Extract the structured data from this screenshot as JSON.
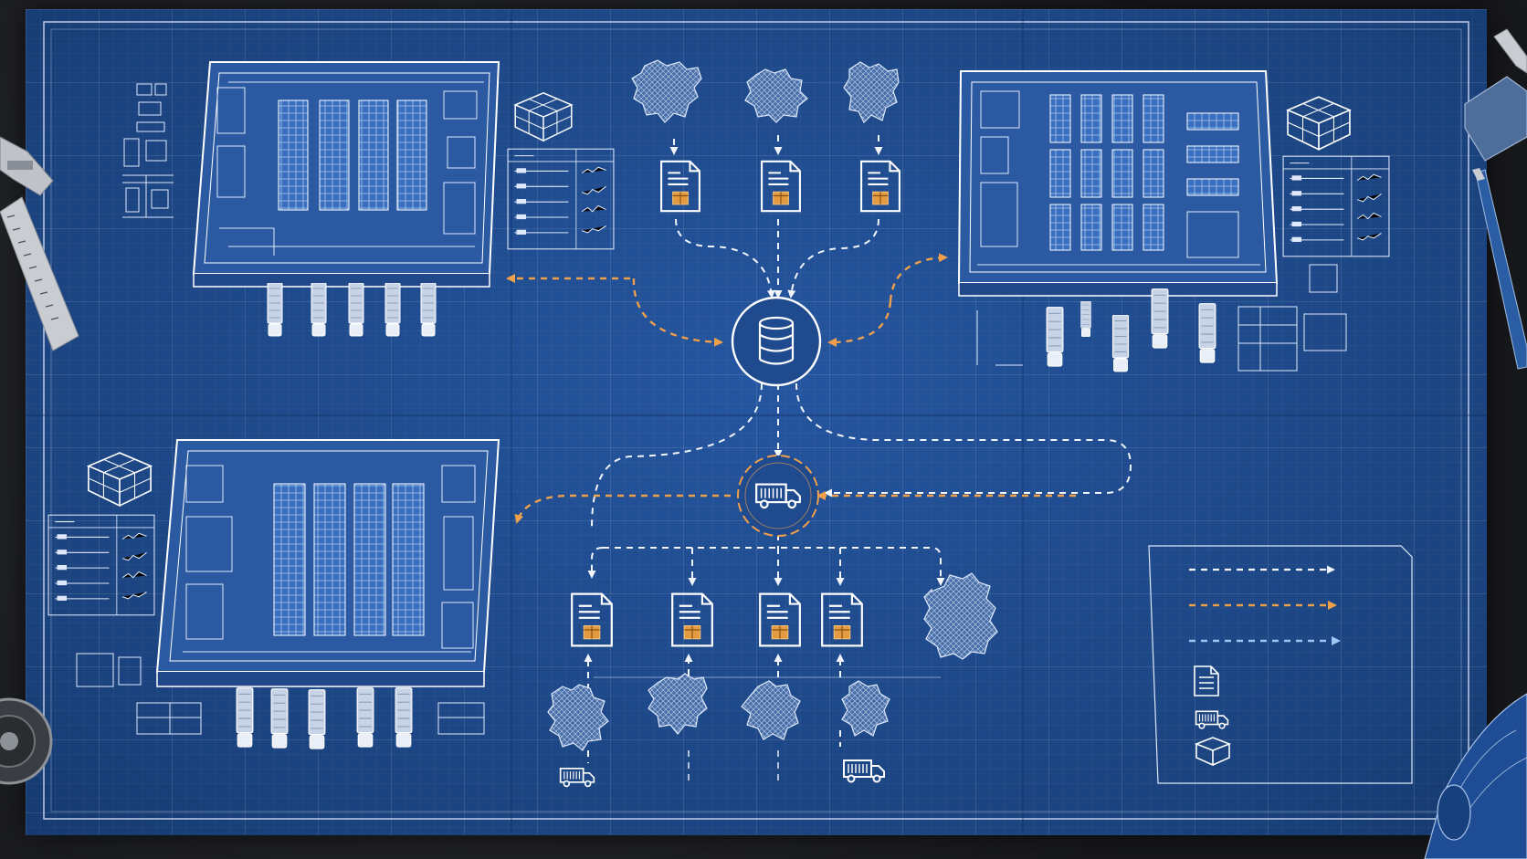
{
  "colors": {
    "paper": "#1f4a8e",
    "line": "#e8f0ff",
    "flow_white": "#f2f5fb",
    "flow_orange": "#f0a04a",
    "flow_light_blue": "#9ec6f5"
  },
  "icons": {
    "hub": "database-icon",
    "dispatch": "truck-icon",
    "document": "document-box-icon",
    "region": "map-region-icon",
    "warehouse": "warehouse-floorplan-icon",
    "cube": "isometric-cube-icon"
  },
  "legend": {
    "items": [
      {
        "icon": "arrow-white-dashed",
        "color": "#f2f5fb"
      },
      {
        "icon": "arrow-orange-dashed",
        "color": "#f0a04a"
      },
      {
        "icon": "arrow-light-blue-dashed",
        "color": "#9ec6f5"
      },
      {
        "icon": "document-icon"
      },
      {
        "icon": "truck-icon"
      },
      {
        "icon": "box-icon"
      }
    ]
  }
}
